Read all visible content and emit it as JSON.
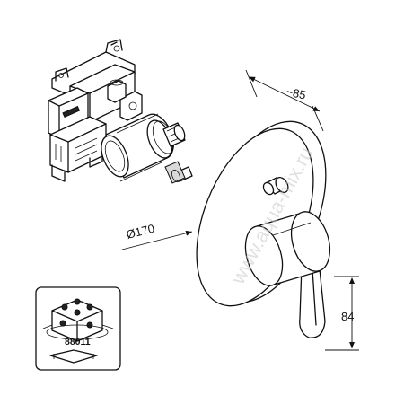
{
  "dimensions": {
    "depth": "~85",
    "diameter": "Ø170",
    "height": "84"
  },
  "inset": {
    "part_code": "88011"
  },
  "watermark": "www.aqua-mix.ru",
  "colors": {
    "line": "#111111",
    "background": "#ffffff",
    "watermark": "#c8c8c8"
  }
}
